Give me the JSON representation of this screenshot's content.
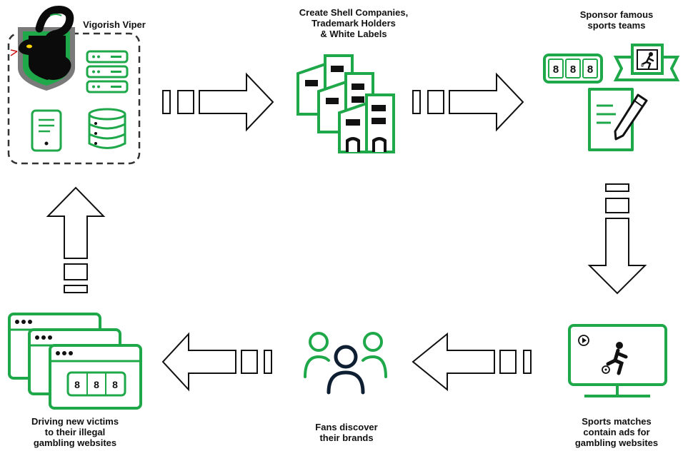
{
  "colors": {
    "green": "#1fa84a",
    "dark": "#111111",
    "navy": "#0f1f33"
  },
  "nodes": {
    "vigorish": {
      "title": "Vigorish Viper"
    },
    "shell": {
      "title_lines": [
        "Create Shell Companies,",
        "Trademark Holders",
        "& White Labels"
      ]
    },
    "sponsor": {
      "title_lines": [
        "Sponsor famous",
        "sports teams"
      ],
      "digits": [
        "8",
        "8",
        "8"
      ]
    },
    "matches": {
      "title_lines": [
        "Sports matches",
        "contain ads for",
        "gambling websites"
      ]
    },
    "fans": {
      "title_lines": [
        "Fans discover",
        "their brands"
      ]
    },
    "driving": {
      "title_lines": [
        "Driving new victims",
        "to their illegal",
        "gambling websites"
      ],
      "digits": [
        "8",
        "8",
        "8"
      ]
    }
  },
  "icons": {
    "vigorish": [
      "snake-shield-icon",
      "server-rack-icon",
      "tablet-icon",
      "database-icon"
    ],
    "shell": "office-buildings-icon",
    "sponsor": [
      "scoreboard-icon",
      "sports-banner-icon",
      "contract-pen-icon"
    ],
    "matches": "monitor-sports-icon",
    "fans": "people-group-icon",
    "driving": "browser-windows-icon"
  },
  "flow": [
    "Vigorish Viper",
    "Create Shell Companies",
    "Sponsor famous sports teams",
    "Sports matches contain ads",
    "Fans discover their brands",
    "Driving new victims"
  ]
}
